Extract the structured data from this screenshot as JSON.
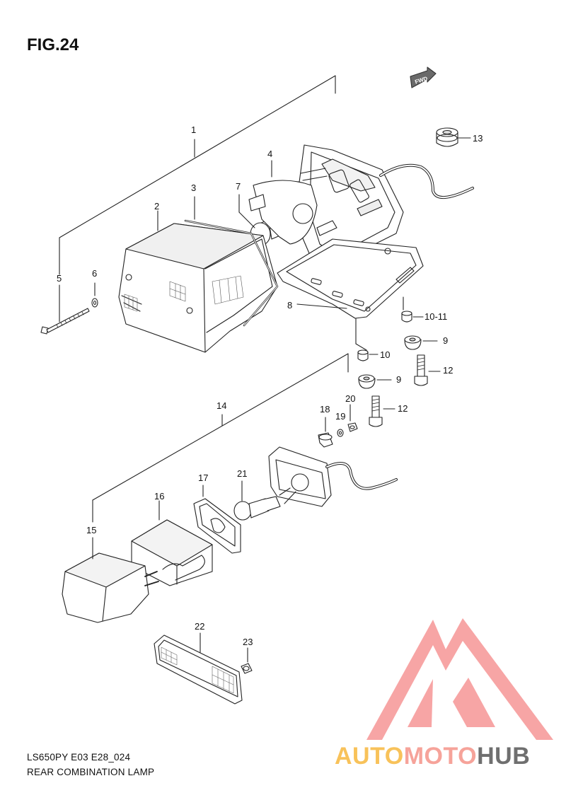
{
  "figure_title": "FIG.24",
  "footer": {
    "model_code": "LS650PY E03 E28_024",
    "assembly_name": "REAR COMBINATION LAMP"
  },
  "fwd_marker": "FWD",
  "part_labels": {
    "p1": "1",
    "p2": "2",
    "p3": "3",
    "p4": "4",
    "p5": "5",
    "p6": "6",
    "p7": "7",
    "p8": "8",
    "p9a": "9",
    "p9b": "9",
    "p10": "10",
    "p10_11": "10-11",
    "p12a": "12",
    "p12b": "12",
    "p13": "13",
    "p14": "14",
    "p15": "15",
    "p16": "16",
    "p17": "17",
    "p18": "18",
    "p19": "19",
    "p20": "20",
    "p21": "21",
    "p22": "22",
    "p23": "23"
  },
  "watermark": {
    "logo_parts": [
      "AUTO",
      "MOTO",
      "HUB"
    ],
    "colors": {
      "auto": "#f8c25a",
      "moto": "#f6a39a",
      "hub": "#6f6f6f",
      "logo": "#f7a5a5"
    }
  }
}
